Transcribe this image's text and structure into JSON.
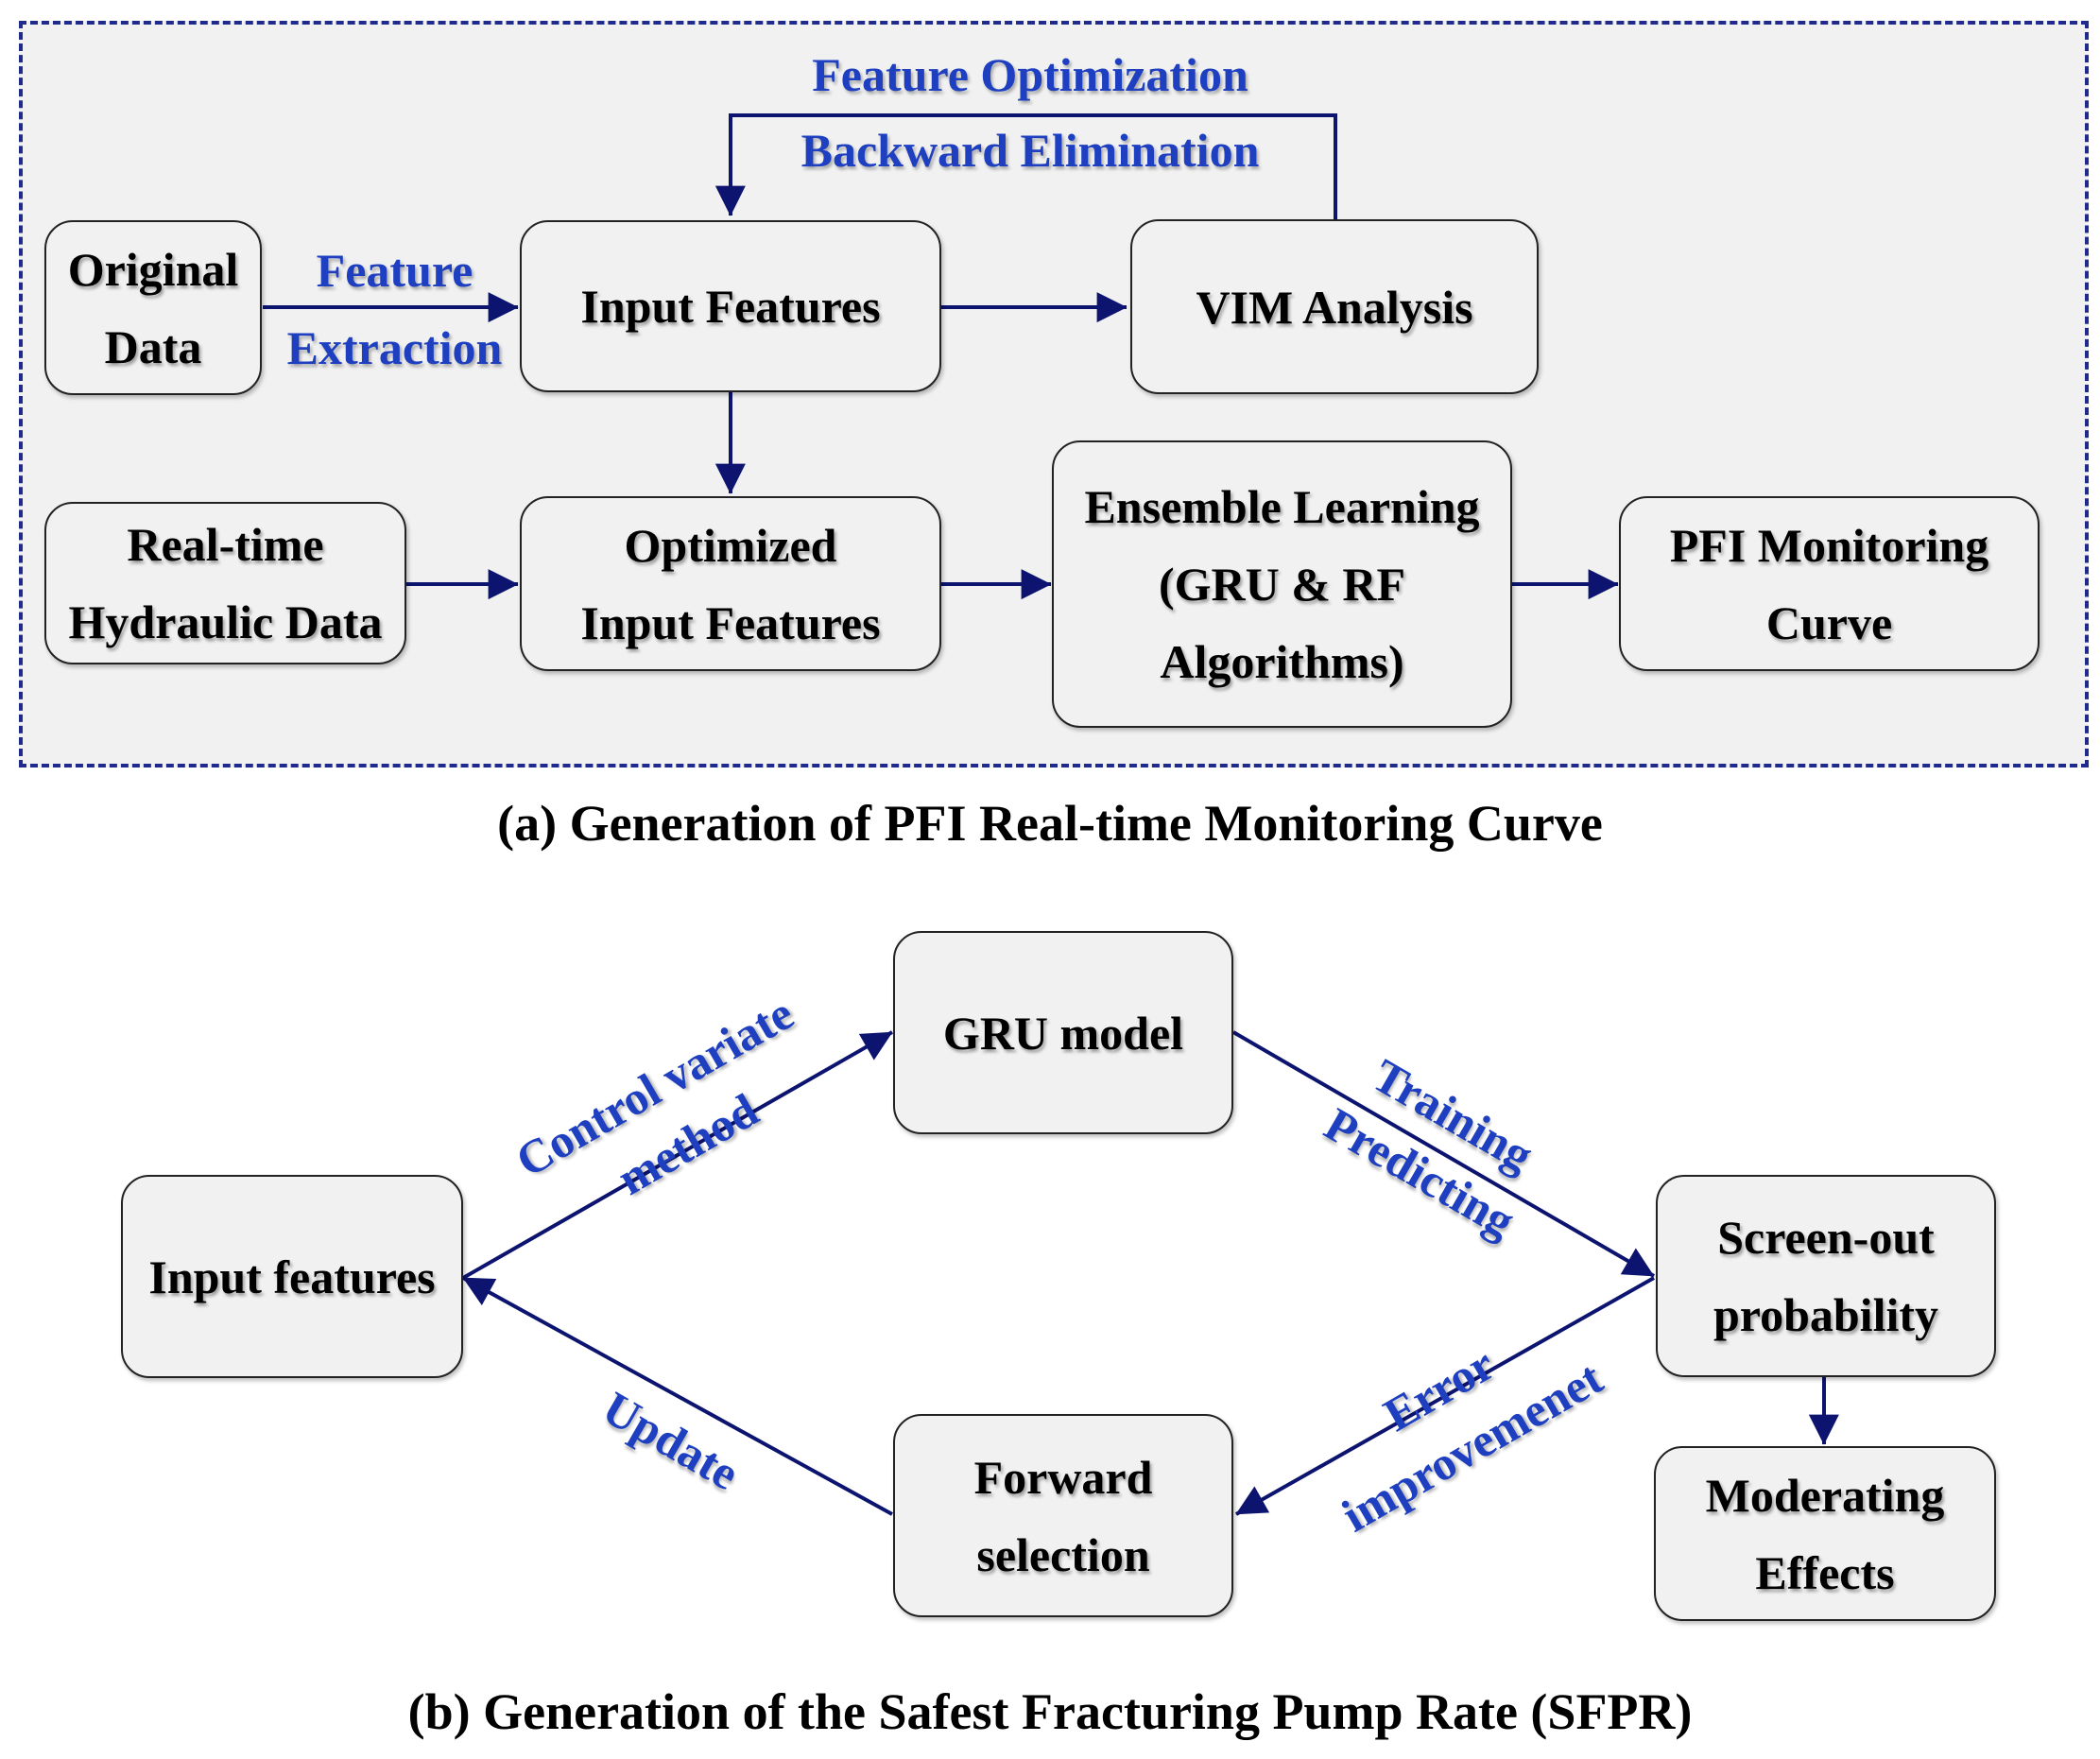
{
  "panel_a": {
    "caption": "(a) Generation of PFI Real-time Monitoring Curve",
    "boxes": {
      "original_data": [
        "Original",
        "Data"
      ],
      "input_features": "Input Features",
      "vim_analysis": "VIM Analysis",
      "realtime_hydraulic": [
        "Real-time",
        "Hydraulic Data"
      ],
      "optimized_input": [
        "Optimized",
        "Input Features"
      ],
      "ensemble": [
        "Ensemble Learning",
        "(GRU & RF",
        "Algorithms)"
      ],
      "pfi_curve": [
        "PFI Monitoring",
        "Curve"
      ]
    },
    "labels": {
      "feature_extraction": [
        "Feature",
        "Extraction"
      ],
      "feature_optimization": "Feature Optimization",
      "backward_elimination": "Backward Elimination"
    }
  },
  "panel_b": {
    "caption": "(b) Generation of the Safest Fracturing Pump Rate (SFPR)",
    "boxes": {
      "input_features": "Input features",
      "gru_model": "GRU model",
      "screen_out": [
        "Screen-out",
        "probability"
      ],
      "forward_selection": [
        "Forward",
        "selection"
      ],
      "moderating_effects": [
        "Moderating",
        "Effects"
      ]
    },
    "labels": {
      "control_variate": [
        "Control variate",
        "method"
      ],
      "training_predicting": [
        "Training",
        "Predicting"
      ],
      "error_improvement": [
        "Error",
        "improvemenet"
      ],
      "update": "Update"
    }
  },
  "colors": {
    "arrow": "#0d1470",
    "border": "#1f2a8c",
    "label": "#1d3fc0",
    "box_fill": "#f1f1f1"
  }
}
